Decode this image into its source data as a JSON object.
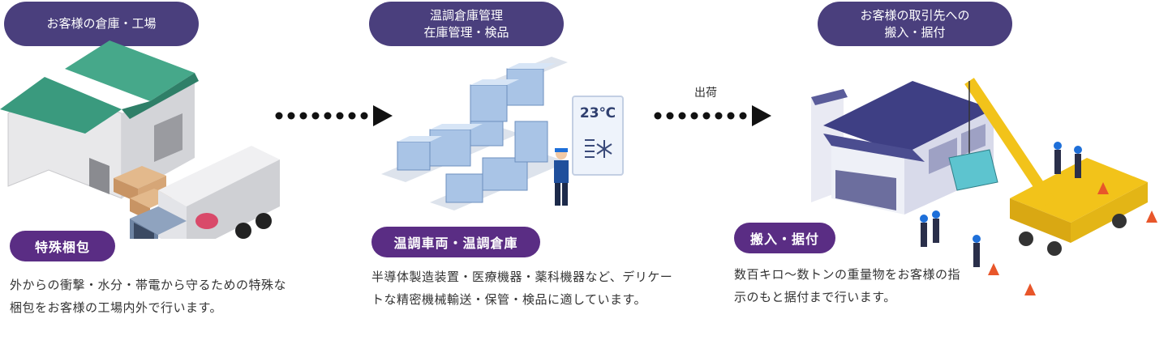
{
  "steps": [
    {
      "title": "お客様の倉庫・工場",
      "badge": "特殊梱包",
      "description": "外からの衝撃・水分・帯電から守るための特殊な梱包をお客様の工場内外で行います。"
    },
    {
      "title": "温調倉庫管理\n在庫管理・検品",
      "badge": "温調車両・温調倉庫",
      "description": "半導体製造装置・医療機器・薬科機器など、デリケートな精密機械輸送・保管・検品に適しています。",
      "display_temp": "23℃"
    },
    {
      "title": "お客様の取引先への\n搬入・据付",
      "badge": "搬入・据付",
      "description": "数百キロ〜数トンの重量物をお客様の指示のもと据付まで行います。"
    }
  ],
  "arrows": [
    {
      "label": ""
    },
    {
      "label": "出荷"
    }
  ],
  "colors": {
    "pill": "#4a3f7d",
    "badge": "#5a2d84",
    "roof_green": "#3a9a7e",
    "building_blue": "#3e3f84",
    "crane_yellow": "#f2c31a"
  }
}
